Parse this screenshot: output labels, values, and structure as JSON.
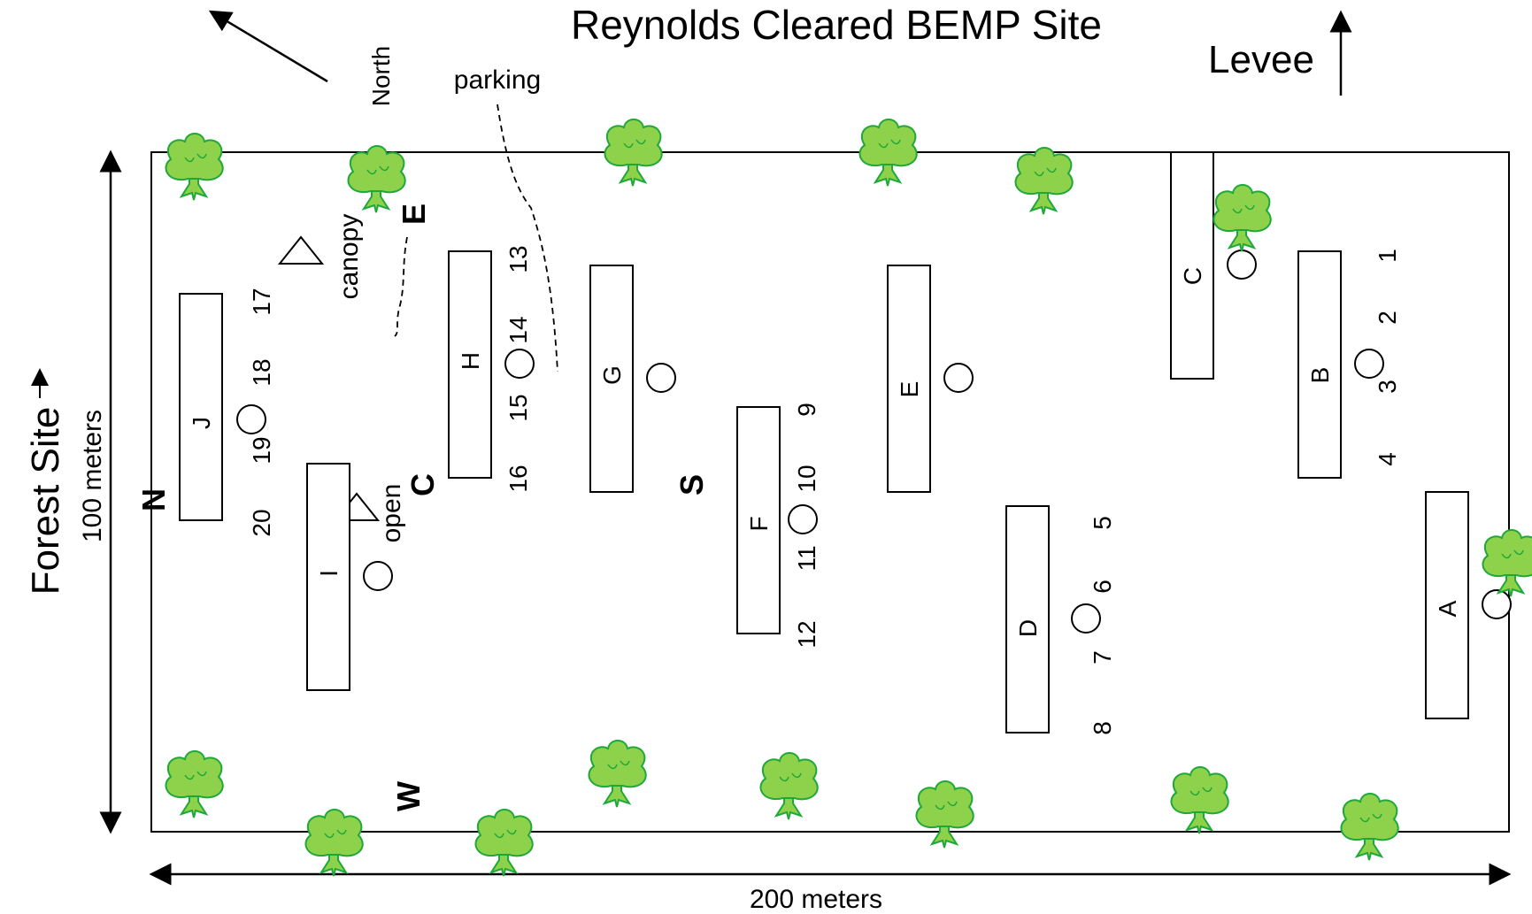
{
  "title": "Reynolds Cleared BEMP Site",
  "north_label": "North",
  "levee_label": "Levee",
  "parking_label": "parking",
  "canopy_label": "canopy",
  "open_label": "open",
  "forest_site_label": "Forest Site",
  "height_label": "100 meters",
  "width_label": "200 meters",
  "compass_letters": [
    "N",
    "E",
    "C",
    "S",
    "W"
  ],
  "plots": [
    "J",
    "I",
    "H",
    "G",
    "F",
    "E",
    "D",
    "C",
    "B",
    "A"
  ],
  "station_numbers": [
    "1",
    "2",
    "3",
    "4",
    "5",
    "6",
    "7",
    "8",
    "9",
    "10",
    "11",
    "12",
    "13",
    "14",
    "15",
    "16",
    "17",
    "18",
    "19",
    "20"
  ],
  "colors": {
    "tree_fill": "#8ed14a",
    "tree_stroke": "#1ea83a",
    "line": "#000000"
  }
}
